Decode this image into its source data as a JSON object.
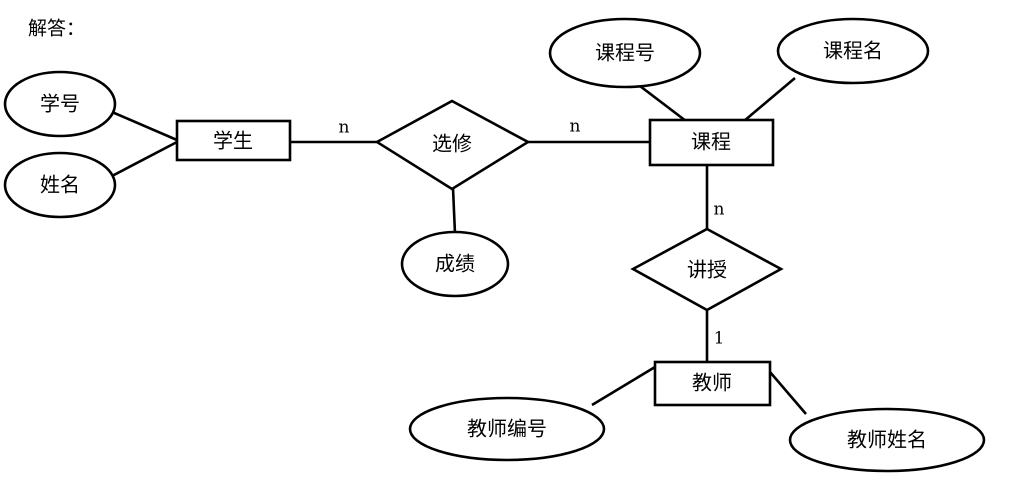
{
  "page": {
    "heading": "解答：",
    "background_color": "#ffffff",
    "stroke_color": "#000000"
  },
  "diagram": {
    "type": "entity-relationship-diagram",
    "entities": [
      {
        "id": "student",
        "label": "学生"
      },
      {
        "id": "course",
        "label": "课程"
      },
      {
        "id": "teacher",
        "label": "教师"
      }
    ],
    "relationships": [
      {
        "id": "enroll",
        "label": "选修"
      },
      {
        "id": "teach",
        "label": "讲授"
      }
    ],
    "attributes": [
      {
        "id": "student-id",
        "label": "学号",
        "owner": "student"
      },
      {
        "id": "student-name",
        "label": "姓名",
        "owner": "student"
      },
      {
        "id": "course-no",
        "label": "课程号",
        "owner": "course"
      },
      {
        "id": "course-name",
        "label": "课程名",
        "owner": "course"
      },
      {
        "id": "score",
        "label": "成绩",
        "owner": "enroll"
      },
      {
        "id": "teacher-no",
        "label": "教师编号",
        "owner": "teacher"
      },
      {
        "id": "teacher-name",
        "label": "教师姓名",
        "owner": "teacher"
      }
    ],
    "cardinalities": [
      {
        "id": "student-enroll",
        "label": "n",
        "from": "student",
        "to": "enroll"
      },
      {
        "id": "enroll-course",
        "label": "n",
        "from": "enroll",
        "to": "course"
      },
      {
        "id": "course-teach",
        "label": "n",
        "from": "course",
        "to": "teach"
      },
      {
        "id": "teach-teacher",
        "label": "1",
        "from": "teach",
        "to": "teacher"
      }
    ]
  }
}
